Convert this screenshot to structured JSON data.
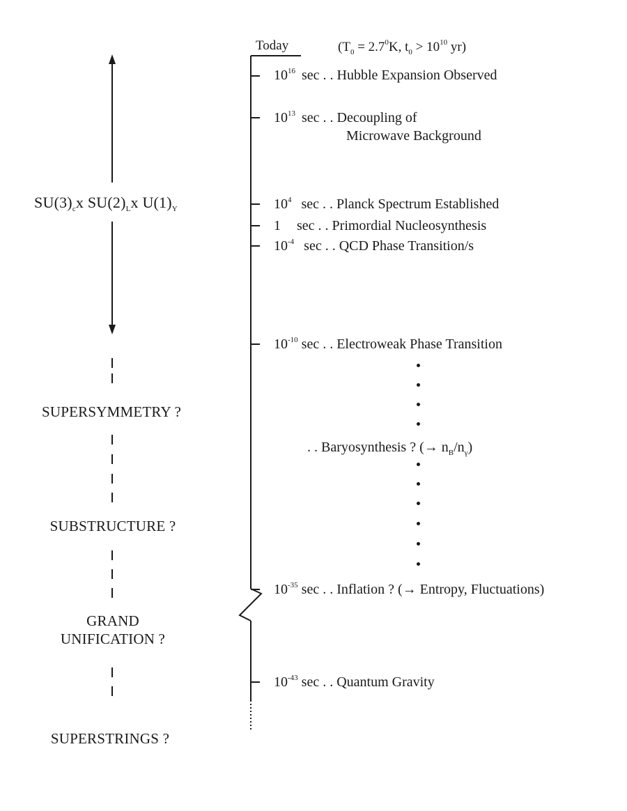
{
  "header": {
    "today_label": "Today",
    "conditions": {
      "open": "(T",
      "t0_sub": "0",
      "t0_value": " = 2.7",
      "t0_sup": "0",
      "t0_unit": "K, t",
      "age_sub": "0",
      "age_rel": " > 10",
      "age_exp": "10",
      "age_unit": " yr)"
    }
  },
  "events": [
    {
      "base": "10",
      "exp": "16",
      "text": "sec . . Hubble Expansion Observed"
    },
    {
      "base": "10",
      "exp": "13",
      "text": "sec . . Decoupling of",
      "line2": "Microwave Background"
    },
    {
      "base": "10",
      "exp": "4",
      "text": "sec . . Planck Spectrum Established"
    },
    {
      "base": "1",
      "exp": "",
      "text": "sec . . Primordial Nucleosynthesis"
    },
    {
      "base": "10",
      "exp": "-4",
      "text": "sec . . QCD Phase Transition/s"
    },
    {
      "base": "10",
      "exp": "-10",
      "text": "sec . . Electroweak Phase Transition"
    },
    {
      "base": "10",
      "exp": "-35",
      "text": "sec . . Inflation ? (→ Entropy, Fluctuations)"
    },
    {
      "base": "10",
      "exp": "-43",
      "text": "sec . . Quantum Gravity"
    }
  ],
  "baryosynthesis": {
    "text": ". . Baryosynthesis ? (→ n",
    "sub1": "B",
    "slash": "/n",
    "sub2": "γ",
    "close": ")"
  },
  "eras": {
    "standard_model": {
      "su3": "SU(3)",
      "c": "c",
      "x1": "x SU(2)",
      "L": "L",
      "x2": "x U(1)",
      "Y": "Y"
    },
    "supersymmetry": "SUPERSYMMETRY ?",
    "substructure": "SUBSTRUCTURE ?",
    "grand_unification_1": "GRAND",
    "grand_unification_2": "UNIFICATION ?",
    "superstrings": "SUPERSTRINGS ?"
  },
  "colors": {
    "ink": "#1a1a1a",
    "background": "#ffffff"
  }
}
